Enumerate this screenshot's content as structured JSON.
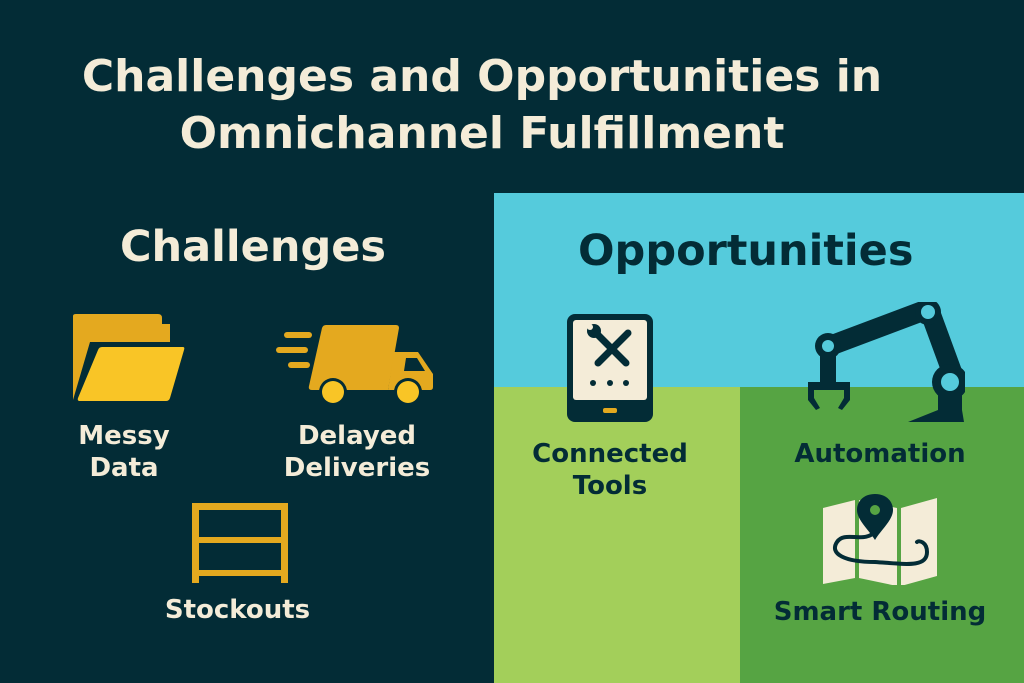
{
  "title": {
    "line1": "Challenges and Opportunities in",
    "line2": "Omnichannel Fulfillment"
  },
  "challenges": {
    "heading": "Challenges",
    "items": [
      {
        "line1": "Messy",
        "line2": "Data",
        "icon": "folder-icon"
      },
      {
        "line1": "Delayed",
        "line2": "Deliveries",
        "icon": "delivery-truck-icon"
      },
      {
        "line1": "Stockouts",
        "icon": "empty-shelf-icon"
      }
    ]
  },
  "opportunities": {
    "heading": "Opportunities",
    "items": [
      {
        "line1": "Connected",
        "line2": "Tools",
        "icon": "tablet-tools-icon"
      },
      {
        "line1": "Automation",
        "icon": "robotic-arm-icon"
      },
      {
        "line1": "Smart Routing",
        "icon": "map-route-icon"
      }
    ]
  },
  "colors": {
    "background": "#032c36",
    "cyan": "#55cbdc",
    "light_green": "#a3cf5a",
    "dark_green": "#56a443",
    "yellow": "#f7c325",
    "cream": "#f4ecd8"
  }
}
